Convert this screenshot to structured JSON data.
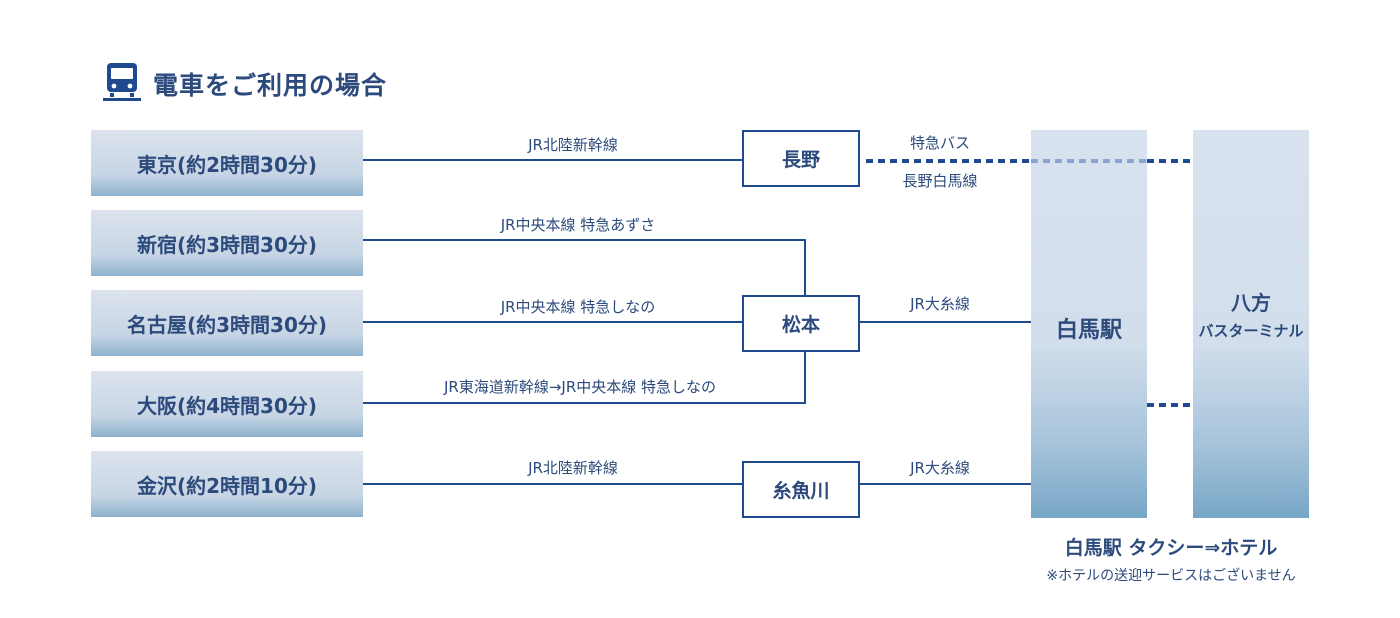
{
  "title": {
    "text": "電車をご利用の場合",
    "icon": "train-icon"
  },
  "origins": {
    "tokyo": "東京(約2時間30分)",
    "shinjuku": "新宿(約3時間30分)",
    "nagoya": "名古屋(約3時間30分)",
    "osaka": "大阪(約4時間30分)",
    "kanazawa": "金沢(約2時間10分)"
  },
  "stations": {
    "nagano": "長野",
    "matsumoto": "松本",
    "itoigawa": "糸魚川"
  },
  "lines": {
    "tokyo_nagano": "JR北陸新幹線",
    "shinjuku": "JR中央本線 特急あずさ",
    "nagoya": "JR中央本線 特急しなの",
    "osaka": "JR東海道新幹線→JR中央本線 特急しなの",
    "kanazawa": "JR北陸新幹線",
    "matsumoto_hakuba": "JR大糸線",
    "itoigawa_hakuba": "JR大糸線",
    "bus_top": "特急バス",
    "bus_bottom": "長野白馬線"
  },
  "destinations": {
    "hakuba_station": "白馬駅",
    "happo_line1": "八方",
    "happo_line2": "バスターミナル"
  },
  "footer": {
    "main": "白馬駅 タクシー⇒ホテル",
    "note": "※ホテルの送迎サービスはございません"
  },
  "colors": {
    "text": "#2c4a7c",
    "line": "#1f4a8f",
    "dashed": "#8aa3d1",
    "box_fill_top": "#dde4ee",
    "box_fill_bottom": "#8db2cd"
  }
}
